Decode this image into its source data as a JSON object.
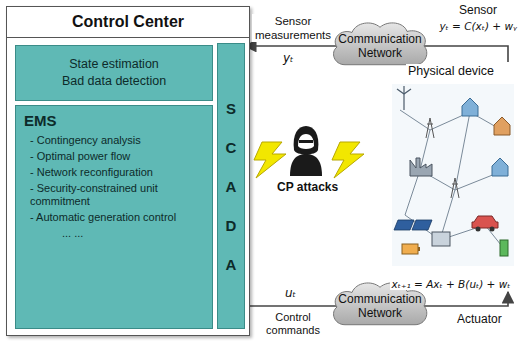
{
  "diagram": {
    "nodes": [
      {
        "text": [
          "Control Center"
        ]
      },
      {
        "text": [
          "State estimation",
          "Bad data detection"
        ],
        "in": 0
      },
      {
        "text": [
          "EMS",
          "- Contingency analysis",
          "- Optimal power flow",
          "- Network reconfiguration",
          "- Security-constrained unit commitment",
          "- Automatic generation control",
          "... ..."
        ],
        "in": 0
      },
      {
        "text": [
          "SCADA"
        ],
        "in": 0
      },
      {
        "text": [
          "Communication Network"
        ]
      },
      {
        "text": [
          "Communication Network"
        ]
      },
      {
        "text": [
          "Physical device",
          "xₜ₊₁ = Axₜ + B(uₜ) + wₜ"
        ]
      }
    ],
    "edges": [
      {
        "from": 6,
        "to": 4,
        "arrow": "none"
      },
      {
        "from": 4,
        "to": 3,
        "label": "Sensor measurements",
        "arrow": "to"
      },
      {
        "from": 3,
        "to": 5,
        "label": "Control commands",
        "arrow": "none"
      },
      {
        "from": 5,
        "to": 6,
        "arrow": "to"
      }
    ],
    "labels": [
      "yₜ",
      "Sensor",
      "yₜ = C(xₜ) + wᵧ",
      "CP attacks",
      "uₜ",
      "Actuator"
    ]
  }
}
